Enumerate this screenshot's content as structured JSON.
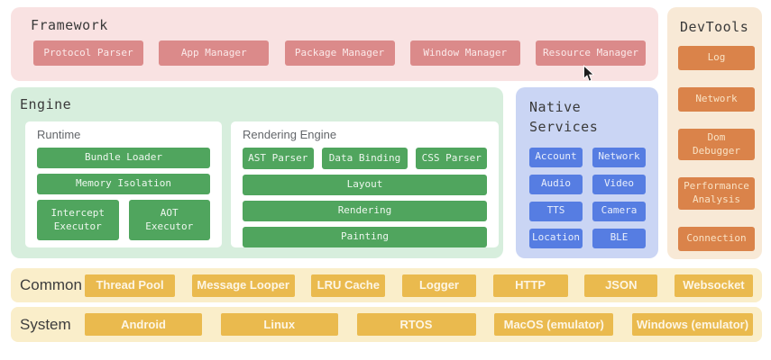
{
  "framework": {
    "title": "Framework",
    "items": [
      "Protocol Parser",
      "App Manager",
      "Package Manager",
      "Window Manager",
      "Resource Manager"
    ]
  },
  "devtools": {
    "title": "DevTools",
    "items": [
      "Log",
      "Network",
      "Dom\nDebugger",
      "Performance\nAnalysis",
      "Connection"
    ]
  },
  "engine": {
    "title": "Engine",
    "runtime": {
      "title": "Runtime",
      "wide_items": [
        "Bundle Loader",
        "Memory Isolation"
      ],
      "split_items": [
        "Intercept\nExecutor",
        "AOT\nExecutor"
      ]
    },
    "rendering": {
      "title": "Rendering Engine",
      "row_items": [
        "AST Parser",
        "Data Binding",
        "CSS Parser"
      ],
      "wide_items": [
        "Layout",
        "Rendering",
        "Painting"
      ]
    }
  },
  "native_services": {
    "title": "Native\nServices",
    "items": [
      "Account",
      "Network",
      "Audio",
      "Video",
      "TTS",
      "Camera",
      "Location",
      "BLE"
    ]
  },
  "common": {
    "title": "Common",
    "items": [
      "Thread Pool",
      "Message Looper",
      "LRU Cache",
      "Logger",
      "HTTP",
      "JSON",
      "Websocket"
    ]
  },
  "system": {
    "title": "System",
    "items": [
      "Android",
      "Linux",
      "RTOS",
      "MacOS (emulator)",
      "Windows (emulator)"
    ]
  },
  "colors": {
    "framework_bg": "#f9e2e2",
    "framework_btn": "#db8a8a",
    "engine_bg": "#d7eedd",
    "engine_btn": "#50a55e",
    "native_bg": "#cad5f4",
    "native_btn": "#567de2",
    "devtools_bg": "#f8e9d6",
    "devtools_btn": "#da834a",
    "band_bg": "#faeeca",
    "band_btn": "#eaba4e",
    "title_text": "#3a3a3a",
    "sublabel_text": "#63666a"
  }
}
